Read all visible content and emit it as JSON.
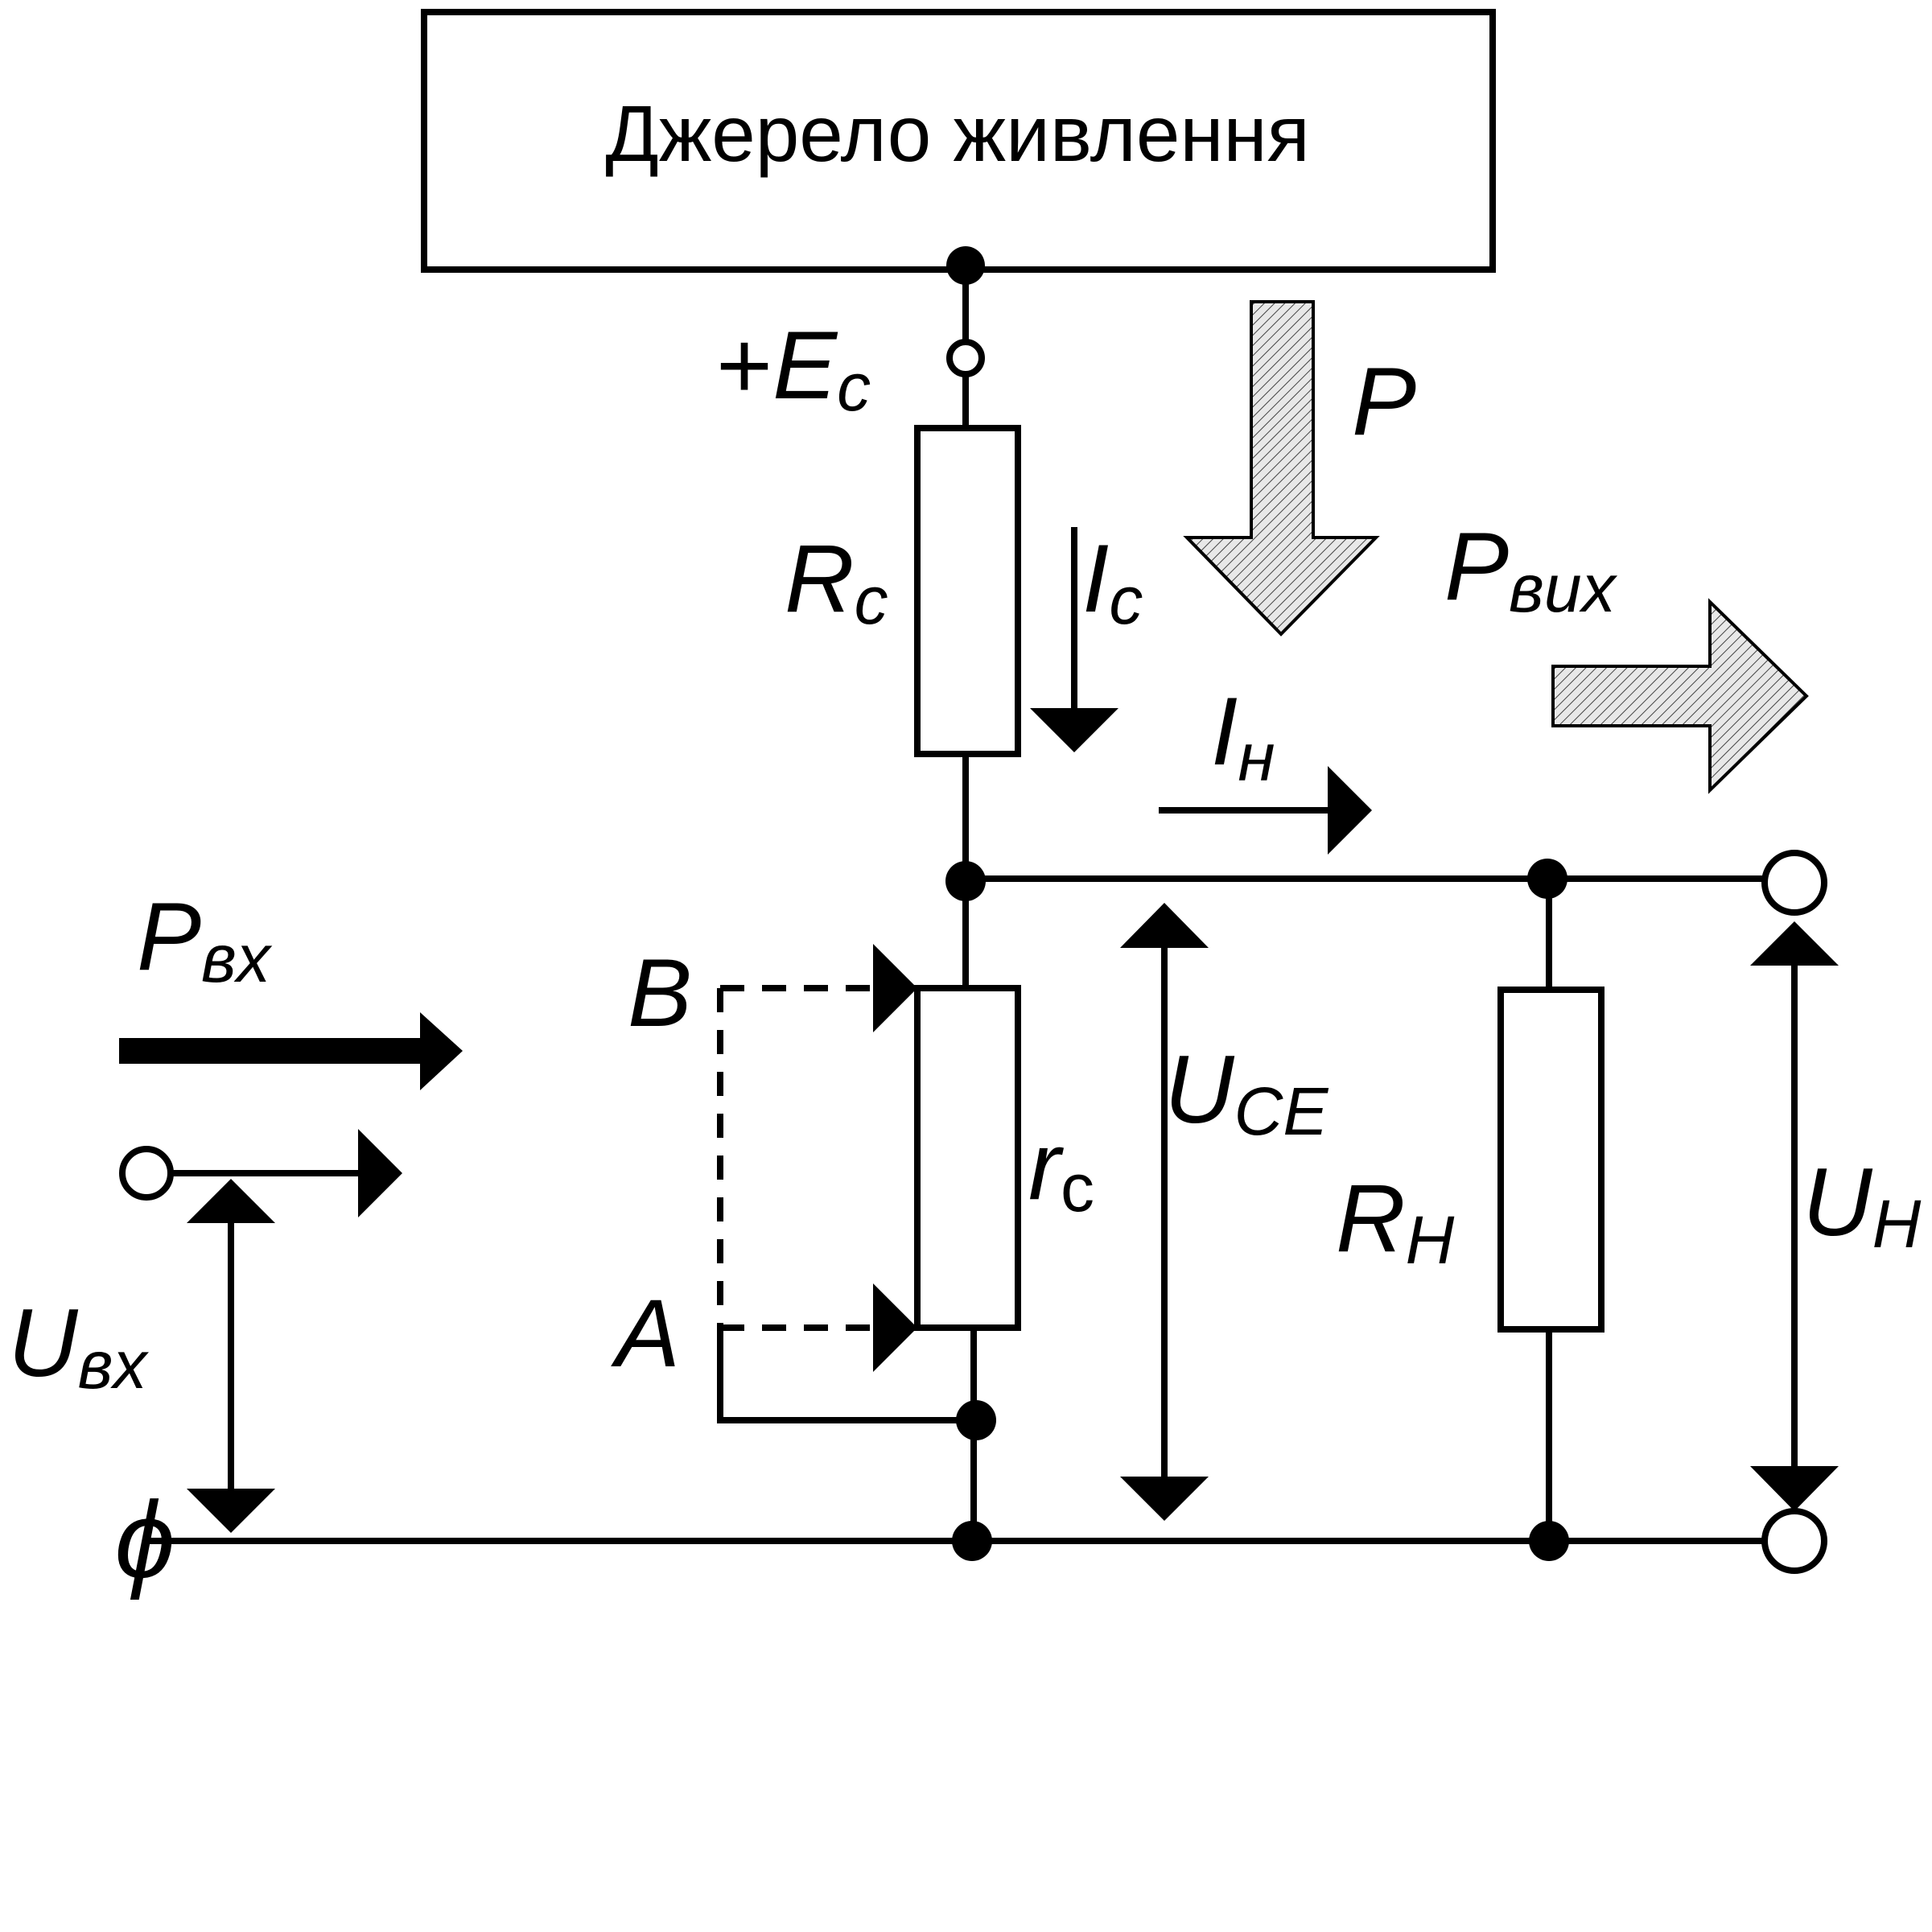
{
  "power_supply": {
    "title": "Джерело живлення"
  },
  "labels": {
    "ec_plus": "+",
    "ec_main": "E",
    "ec_sub": "c",
    "p_main": "P",
    "rc_main": "R",
    "rc_sub": "c",
    "ic_main": "I",
    "ic_sub": "c",
    "pout_main": "P",
    "pout_sub": "вих",
    "in_main": "I",
    "in_sub": "н",
    "pin_main": "P",
    "pin_sub": "вх",
    "b_label": "B",
    "a_label": "A",
    "uce_main": "U",
    "uce_sub": "CE",
    "rtr_main": "r",
    "rtr_sub": "c",
    "rn_main": "R",
    "rn_sub": "H",
    "un_main": "U",
    "un_sub": "H",
    "uin_main": "U",
    "uin_sub": "вх",
    "ground_symbol": "ϕ"
  },
  "colors": {
    "line": "#000000",
    "hatch_fill": "#e6e6e6",
    "background": "#ffffff"
  }
}
